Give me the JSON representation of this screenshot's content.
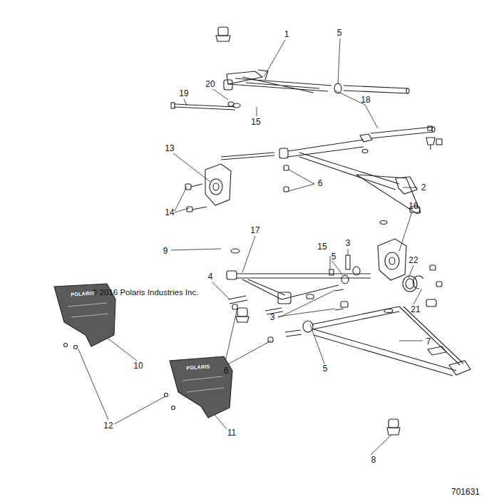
{
  "diagram": {
    "labels": [
      "1",
      "5",
      "19",
      "20",
      "18",
      "15",
      "13",
      "2",
      "6",
      "14",
      "16",
      "17",
      "3",
      "9",
      "15",
      "5",
      "22",
      "4",
      "© 2016 Polaris Industries Inc.",
      "3",
      "21",
      "7",
      "10",
      "6",
      "5",
      "12",
      "11",
      "8",
      "701631",
      "POLARIS",
      "POLARIS"
    ]
  }
}
